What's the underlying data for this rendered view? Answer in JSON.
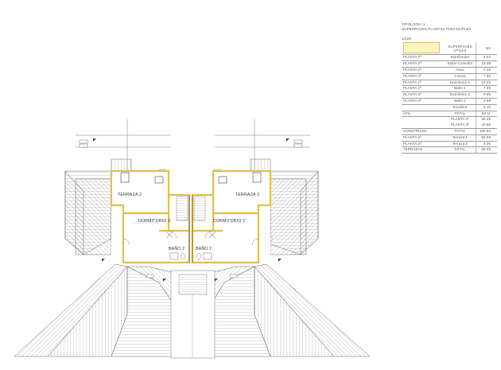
{
  "header": {
    "line1": "TIPOLOGIA 1",
    "line2": "SUPERFICIES PLANTAS PISO-DUPLEX",
    "scale": "1/125"
  },
  "table": {
    "head_label": "SUPERFICIES\nÚTILES",
    "head_unit": "M2",
    "rows": [
      {
        "floor": "PLANTA 2ª",
        "room": "Distribuidor",
        "value": "6.63"
      },
      {
        "floor": "PLANTA 2ª",
        "room": "Salón-Comedor",
        "value": "23.38"
      },
      {
        "floor": "PLANTA 2ª",
        "room": "Aseo",
        "value": "2.26"
      },
      {
        "floor": "PLANTA 2ª",
        "room": "Cocina",
        "value": "7.50"
      },
      {
        "floor": "PLANTA 2ª",
        "room": "Dormitorio 1",
        "value": "10.33"
      },
      {
        "floor": "PLANTA 2ª",
        "room": "Baño 1",
        "value": "7.39"
      },
      {
        "floor": "PLANTA 3ª",
        "room": "Dormitorio 2",
        "value": "9.55"
      },
      {
        "floor": "PLANTA 3ª",
        "room": "Baño 2",
        "value": "2.58"
      },
      {
        "floor": "",
        "room": "Escalera",
        "value": "3.10"
      }
    ],
    "util_label": "ÚTIL",
    "util_total_label": "TOTAL",
    "util_total": "83.11",
    "util_p2_label": "PLANTA 2ª",
    "util_p2": "65.29",
    "util_p3_label": "PLANTA 3ª",
    "util_p3": "20.65",
    "construida_label": "CONSTRUIDA",
    "construida_total_label": "TOTAL",
    "construida_total": "105.94",
    "terrace_rows": [
      {
        "floor": "PLANTA 2ª",
        "room": "Terraza 1",
        "value": "56.99"
      },
      {
        "floor": "PLANTA 3ª",
        "room": "Terraza 2",
        "value": "8.06"
      }
    ],
    "terrazas_label": "TERRAZAS",
    "terrazas_total_label": "TOTAL",
    "terrazas_total": "65.05"
  },
  "plan": {
    "rooms": {
      "terraza_left": "TERRAZA 2",
      "terraza_right": "TERRAZA 3",
      "dorm_left": "DORMITORIO 2",
      "dorm_right": "DORMITORIO 2",
      "bano_left": "BAÑO 2",
      "bano_right": "BAÑO 2"
    },
    "colors": {
      "wall_highlight": "#e0c04a",
      "roof_line": "#777777",
      "wall": "#444444"
    }
  }
}
